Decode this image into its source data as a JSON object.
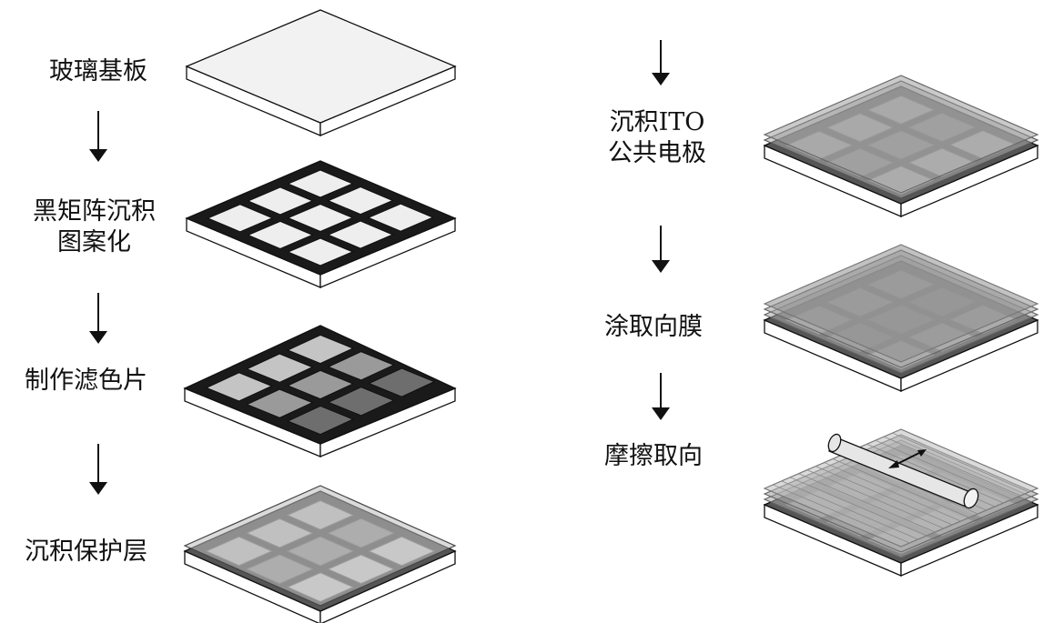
{
  "steps": [
    {
      "id": "glass",
      "lines": [
        "玻璃基板"
      ]
    },
    {
      "id": "black-matrix",
      "lines": [
        "黑矩阵沉积",
        "图案化"
      ]
    },
    {
      "id": "color-filter",
      "lines": [
        "制作滤色片"
      ]
    },
    {
      "id": "protective-layer",
      "lines": [
        "沉积保护层"
      ]
    },
    {
      "id": "ito",
      "lines": [
        "沉积ITO",
        "公共电极"
      ]
    },
    {
      "id": "alignment-film",
      "lines": [
        "涂取向膜"
      ]
    },
    {
      "id": "rubbing",
      "lines": [
        "摩擦取向"
      ]
    }
  ],
  "colors": {
    "glass_top": "#f2f2f2",
    "glass_side": "#ffffff",
    "black_matrix": "#1a1a1a",
    "cell_light": "#eeeeee",
    "filter_dark": "#6e6e6e",
    "filter_mid": "#9a9a9a",
    "filter_light": "#c4c4c4",
    "overlay": "#9f9f9f"
  },
  "icons": {
    "flow_arrow": "down-arrow-icon",
    "rubbing_roller": "roller-icon",
    "rubbing_direction": "double-arrow-icon"
  }
}
